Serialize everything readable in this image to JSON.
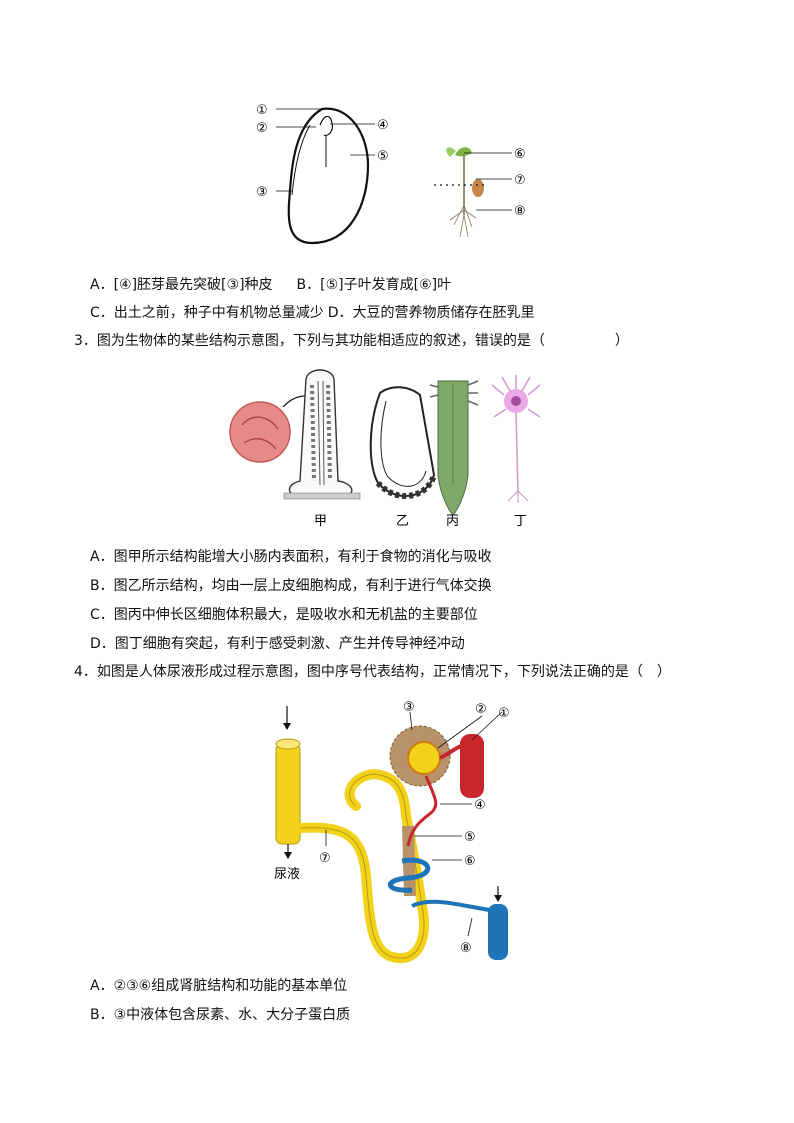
{
  "q2": {
    "figure": {
      "labels": {
        "l1": "①",
        "l2": "②",
        "l3": "③",
        "l4": "④",
        "l5": "⑤",
        "l6": "⑥",
        "l7": "⑦",
        "l8": "⑧"
      }
    },
    "options": {
      "A": "A．[④]胚芽最先突破[③]种皮",
      "B": "B．[⑤]子叶发育成[⑥]叶",
      "C": "C．出土之前，种子中有机物总量减少",
      "D": "D．大豆的营养物质储存在胚乳里"
    }
  },
  "q3": {
    "stem": "3．图为生物体的某些结构示意图，下列与其功能相适应的叙述，错误的是（　　　　　）",
    "captions": {
      "jia": "甲",
      "yi": "乙",
      "bing": "丙",
      "ding": "丁"
    },
    "options": {
      "A": "A．图甲所示结构能增大小肠内表面积，有利于食物的消化与吸收",
      "B": "B．图乙所示结构，均由一层上皮细胞构成，有利于进行气体交换",
      "C": "C．图丙中伸长区细胞体积最大，是吸收水和无机盐的主要部位",
      "D": "D．图丁细胞有突起，有利于感受刺激、产生并传导神经冲动"
    }
  },
  "q4": {
    "stem": "4．如图是人体尿液形成过程示意图，图中序号代表结构，正常情况下，下列说法正确的是（　）",
    "figure": {
      "labels": {
        "l1": "①",
        "l2": "②",
        "l3": "③",
        "l4": "④",
        "l5": "⑤",
        "l6": "⑥",
        "l7": "⑦",
        "l8": "⑧"
      },
      "urine": "尿液"
    },
    "options": {
      "A": "A．②③⑥组成肾脏结构和功能的基本单位",
      "B": "B．③中液体包含尿素、水、大分子蛋白质"
    }
  },
  "colors": {
    "yellow": "#f2d21b",
    "red": "#c8252c",
    "blue": "#1f74b8",
    "brown": "#b7926a",
    "green": "#7fa86a"
  }
}
